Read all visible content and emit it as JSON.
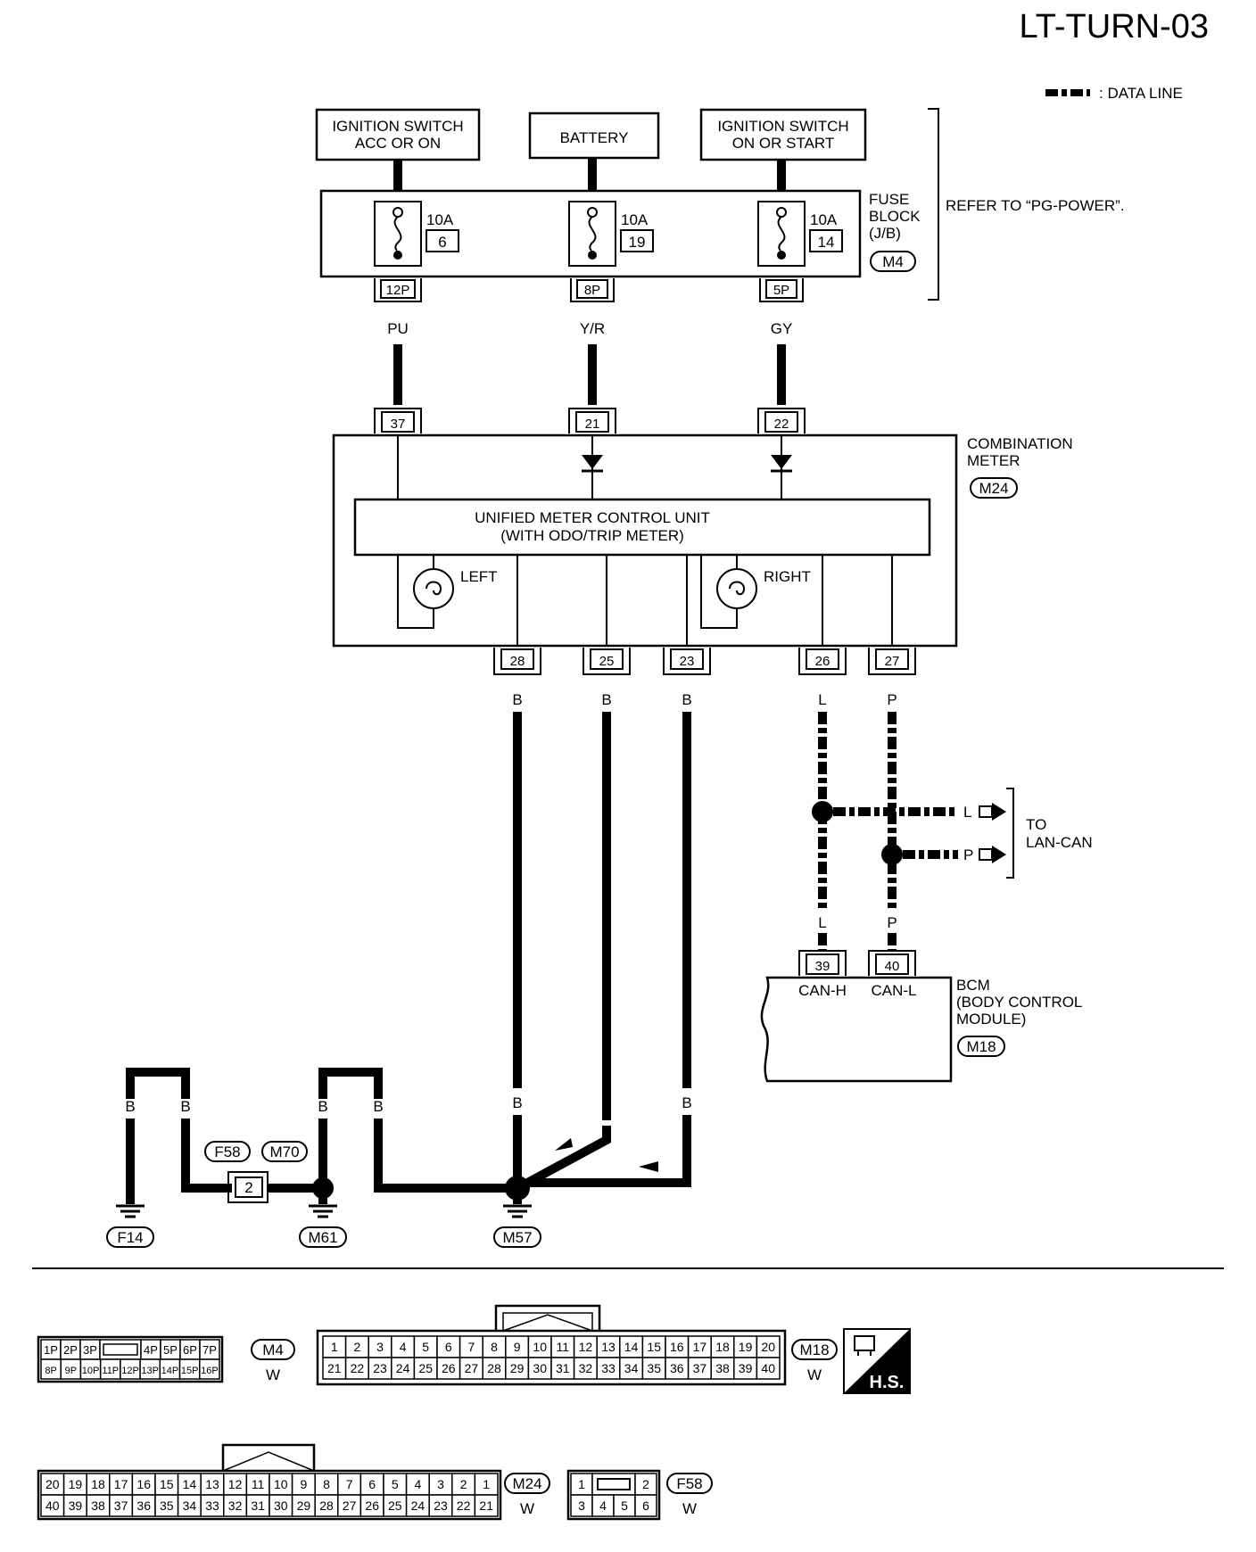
{
  "page_code": "LT-TURN-03",
  "legend": {
    "data_line": ": DATA LINE"
  },
  "sources": {
    "ign_acc_l1": "IGNITION SWITCH",
    "ign_acc_l2": "ACC OR ON",
    "battery": "BATTERY",
    "ign_on_l1": "IGNITION SWITCH",
    "ign_on_l2": "ON OR START"
  },
  "fuse_block": {
    "label_l1": "FUSE",
    "label_l2": "BLOCK",
    "label_l3": "(J/B)",
    "connector": "M4",
    "refer": "REFER TO “PG-POWER”.",
    "fuses": [
      {
        "rating": "10A",
        "number": "6",
        "pin": "12P",
        "wire": "PU"
      },
      {
        "rating": "10A",
        "number": "19",
        "pin": "8P",
        "wire": "Y/R"
      },
      {
        "rating": "10A",
        "number": "14",
        "pin": "5P",
        "wire": "GY"
      }
    ]
  },
  "combination_meter": {
    "label_l1": "COMBINATION",
    "label_l2": "METER",
    "connector": "M24",
    "in_pins": [
      "37",
      "21",
      "22"
    ],
    "unit_l1": "UNIFIED METER CONTROL UNIT",
    "unit_l2": "(WITH ODO/TRIP METER)",
    "lamp_left": "LEFT",
    "lamp_right": "RIGHT",
    "out_pins": [
      {
        "pin": "28",
        "wire": "B"
      },
      {
        "pin": "25",
        "wire": "B"
      },
      {
        "pin": "23",
        "wire": "B"
      },
      {
        "pin": "26",
        "wire": "L"
      },
      {
        "pin": "27",
        "wire": "P"
      }
    ]
  },
  "lan_can": {
    "l_label": "L",
    "p_label": "P",
    "to_l1": "TO",
    "to_l2": "LAN-CAN"
  },
  "bcm": {
    "label_l1": "BCM",
    "label_l2": "(BODY CONTROL",
    "label_l3": "MODULE)",
    "connector": "M18",
    "pins": [
      {
        "pin": "39",
        "name": "CAN-H",
        "wire": "L"
      },
      {
        "pin": "40",
        "name": "CAN-L",
        "wire": "P"
      }
    ]
  },
  "grounds": {
    "wire": "B",
    "joint_connectors": [
      "F58",
      "M70"
    ],
    "joint_pin": "2",
    "ground_points": [
      "F14",
      "M61",
      "M57"
    ]
  },
  "connectors": {
    "m4": {
      "id": "M4",
      "color": "W",
      "top": [
        "1P",
        "2P",
        "3P",
        "",
        "4P",
        "5P",
        "6P",
        "7P"
      ],
      "bottom": [
        "8P",
        "9P",
        "10P",
        "11P",
        "12P",
        "13P",
        "14P",
        "15P",
        "16P"
      ]
    },
    "m18": {
      "id": "M18",
      "color": "W",
      "top": [
        "1",
        "2",
        "3",
        "4",
        "5",
        "6",
        "7",
        "8",
        "9",
        "10",
        "11",
        "12",
        "13",
        "14",
        "15",
        "16",
        "17",
        "18",
        "19",
        "20"
      ],
      "bottom": [
        "21",
        "22",
        "23",
        "24",
        "25",
        "26",
        "27",
        "28",
        "29",
        "30",
        "31",
        "32",
        "33",
        "34",
        "35",
        "36",
        "37",
        "38",
        "39",
        "40"
      ]
    },
    "m24": {
      "id": "M24",
      "color": "W",
      "top": [
        "20",
        "19",
        "18",
        "17",
        "16",
        "15",
        "14",
        "13",
        "12",
        "11",
        "10",
        "9",
        "8",
        "7",
        "6",
        "5",
        "4",
        "3",
        "2",
        "1"
      ],
      "bottom": [
        "40",
        "39",
        "38",
        "37",
        "36",
        "35",
        "34",
        "33",
        "32",
        "31",
        "30",
        "29",
        "28",
        "27",
        "26",
        "25",
        "24",
        "23",
        "22",
        "21"
      ]
    },
    "f58": {
      "id": "F58",
      "color": "W",
      "top": [
        "1",
        "",
        "2"
      ],
      "bottom": [
        "3",
        "4",
        "5",
        "6"
      ]
    },
    "hs_label": "H.S."
  }
}
